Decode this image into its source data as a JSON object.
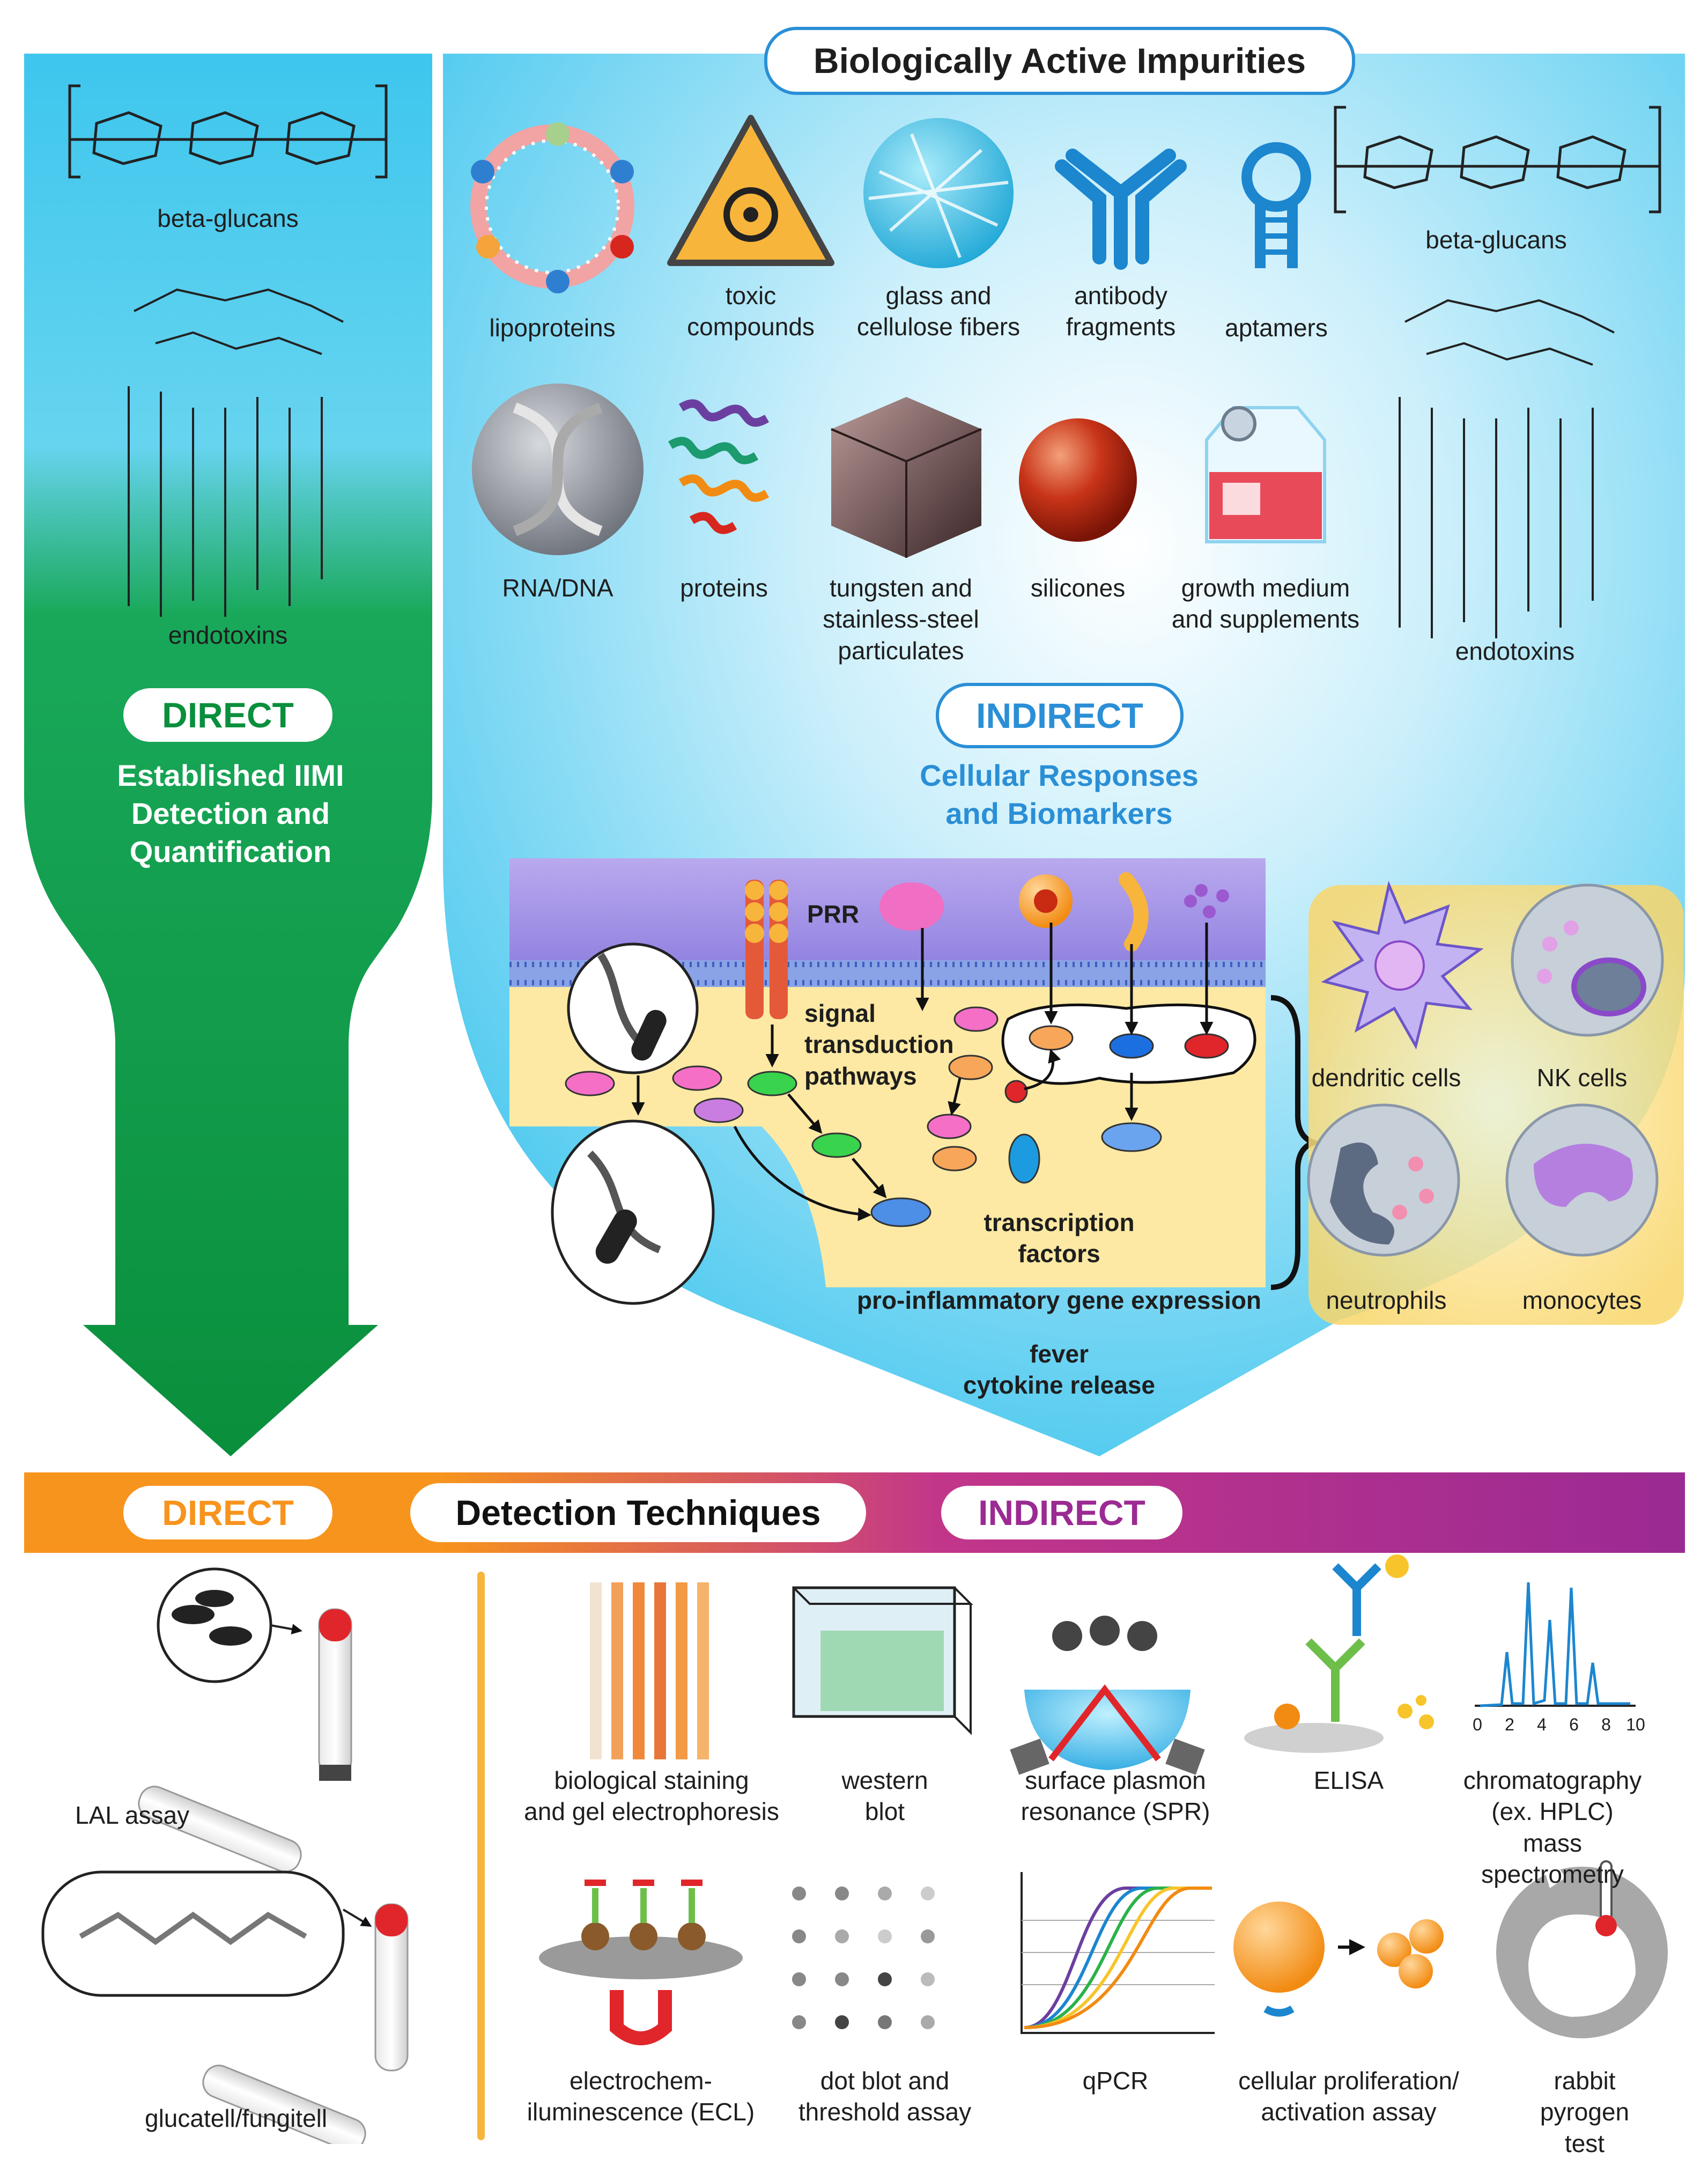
{
  "title": "Biologically Active Impurities",
  "direct_panel": {
    "badge": "DIRECT",
    "heading": "Established IIMI\nDetection and\nQuantification",
    "molecule_labels": [
      "beta-glucans",
      "endotoxins"
    ]
  },
  "impurities": [
    {
      "id": "lipoproteins",
      "label": "lipoproteins",
      "icon": "lipoprotein-icon"
    },
    {
      "id": "toxic",
      "label": "toxic\ncompounds",
      "icon": "biohazard-icon"
    },
    {
      "id": "fibers",
      "label": "glass and\ncellulose fibers",
      "icon": "fiber-icon"
    },
    {
      "id": "antibody",
      "label": "antibody\nfragments",
      "icon": "antibody-icon"
    },
    {
      "id": "aptamers",
      "label": "aptamers",
      "icon": "aptamer-icon"
    },
    {
      "id": "rnadna",
      "label": "RNA/DNA",
      "icon": "dna-icon"
    },
    {
      "id": "proteins",
      "label": "proteins",
      "icon": "protein-icon"
    },
    {
      "id": "tungsten",
      "label": "tungsten and\nstainless-steel\nparticulates",
      "icon": "metal-cube-icon"
    },
    {
      "id": "silicones",
      "label": "silicones",
      "icon": "silicone-droplet-icon"
    },
    {
      "id": "growth",
      "label": "growth medium\nand supplements",
      "icon": "culture-flask-icon"
    }
  ],
  "right_molecules": [
    "beta-glucans",
    "endotoxins"
  ],
  "indirect_panel": {
    "badge": "INDIRECT",
    "heading": "Cellular Responses\nand Biomarkers",
    "pathway_labels": {
      "prr": "PRR",
      "signal": "signal\ntransduction\npathways",
      "tf": "transcription\nfactors",
      "gene": "pro-inflammatory gene expression",
      "outcome": "fever\ncytokine release"
    },
    "cells": [
      "dendritic cells",
      "NK cells",
      "neutrophils",
      "monocytes"
    ]
  },
  "techniques_bar": {
    "direct": "DIRECT",
    "title": "Detection Techniques",
    "indirect": "INDIRECT"
  },
  "direct_techniques": [
    "LAL assay",
    "glucatell/fungitell"
  ],
  "indirect_techniques": [
    {
      "label": "biological staining\nand gel electrophoresis",
      "icon": "gel-icon"
    },
    {
      "label": "western\nblot",
      "icon": "western-blot-icon"
    },
    {
      "label": "surface plasmon\nresonance (SPR)",
      "icon": "spr-icon"
    },
    {
      "label": "ELISA",
      "icon": "elisa-icon"
    },
    {
      "label": "chromatography\n(ex. HPLC)\nmass spectrometry",
      "icon": "chromatogram-icon"
    },
    {
      "label": "electrochem-\niluminescence (ECL)",
      "icon": "ecl-icon"
    },
    {
      "label": "dot blot and\nthreshold assay",
      "icon": "dot-blot-icon"
    },
    {
      "label": "qPCR",
      "icon": "qpcr-icon"
    },
    {
      "label": "cellular proliferation/\nactivation assay",
      "icon": "cell-proliferation-icon"
    },
    {
      "label": "rabbit\npyrogen test",
      "icon": "rabbit-icon"
    }
  ],
  "chromatogram_ticks": [
    "0",
    "2",
    "4",
    "6",
    "8",
    "10"
  ],
  "colors": {
    "direct_green": "#0a8f3c",
    "indirect_blue": "#3cc6ee",
    "direct_orange": "#f7941d",
    "indirect_purple": "#9b2a93",
    "heading_blue": "#2a8fd6"
  }
}
